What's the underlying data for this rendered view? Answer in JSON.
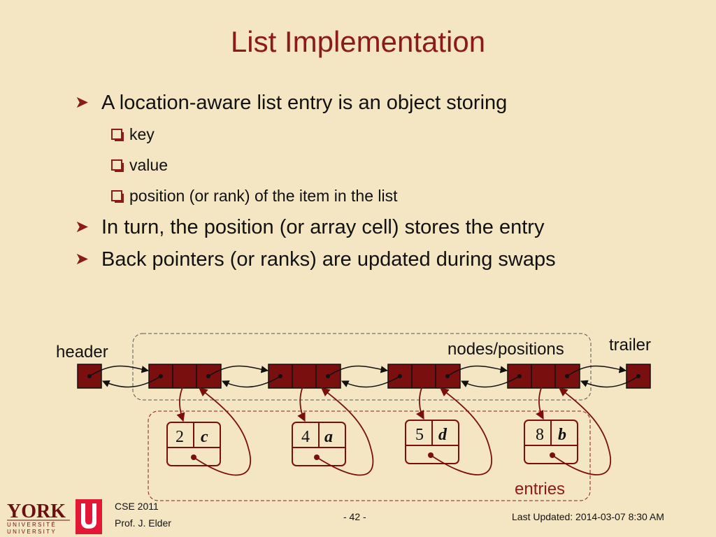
{
  "slide": {
    "title": "List Implementation",
    "bullets": [
      {
        "text": "A location-aware list entry is an object storing",
        "sub": [
          "key",
          "value",
          "position (or rank) of the item in the list"
        ]
      },
      {
        "text": "In turn, the position (or array cell) stores the entry",
        "sub": []
      },
      {
        "text": "Back pointers (or ranks) are updated during swaps",
        "sub": []
      }
    ]
  },
  "diagram": {
    "header_label": "header",
    "trailer_label": "trailer",
    "nodes_label": "nodes/positions",
    "entries_label": "entries",
    "entries": [
      {
        "key": "2",
        "value": "c"
      },
      {
        "key": "4",
        "value": "a"
      },
      {
        "key": "5",
        "value": "d"
      },
      {
        "key": "8",
        "value": "b"
      }
    ]
  },
  "footer": {
    "course": "CSE 2011",
    "author": "Prof. J. Elder",
    "page": "- 42 -",
    "updated": "Last Updated:  2014-03-07 8:30 AM",
    "logo_text": "YORK",
    "logo_sub1": "UNIVERSITÉ",
    "logo_sub2": "UNIVERSITY"
  },
  "colors": {
    "background": "#f5e6c3",
    "accent": "#8b1a1a",
    "node_fill": "#7a0f0f"
  }
}
